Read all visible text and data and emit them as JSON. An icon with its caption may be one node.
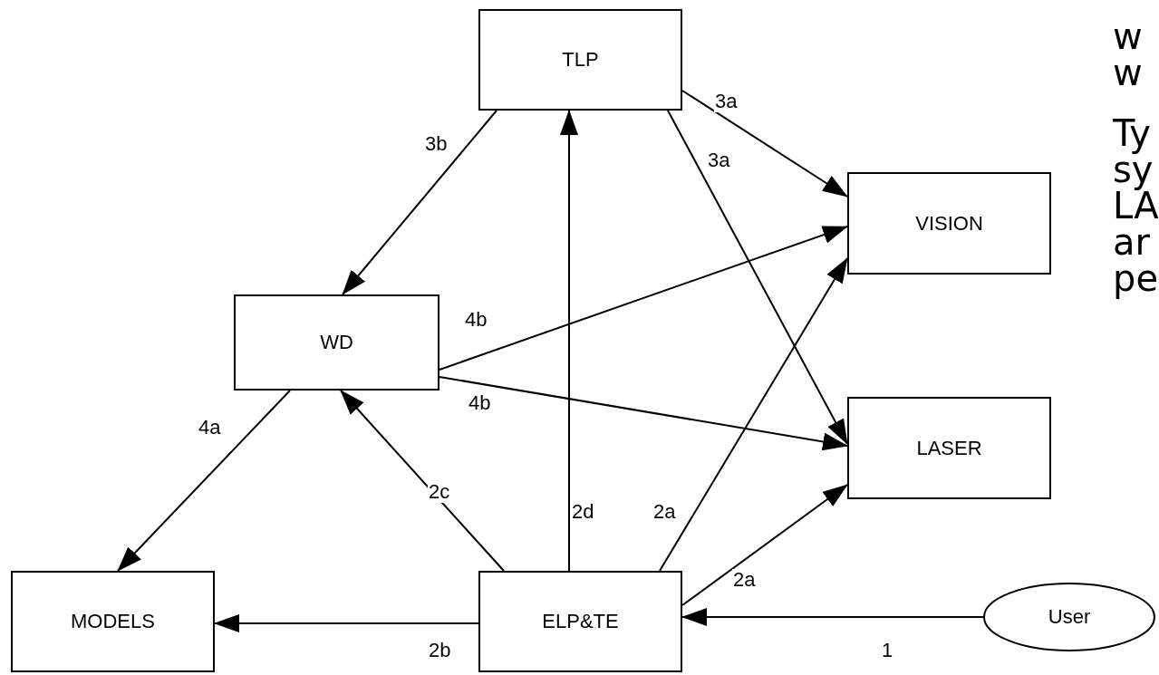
{
  "diagram": {
    "nodes": [
      {
        "text": [
          "TLP"
        ]
      },
      {
        "text": [
          "VISION"
        ]
      },
      {
        "text": [
          "WD"
        ]
      },
      {
        "text": [
          "LASER"
        ]
      },
      {
        "text": [
          "MODELS"
        ]
      },
      {
        "text": [
          "ELP&TE"
        ]
      },
      {
        "text": [
          "User"
        ]
      }
    ],
    "edges": [
      {
        "from": 0,
        "to": 2,
        "arrow": "to",
        "label": "3b"
      },
      {
        "from": 0,
        "to": 1,
        "arrow": "to",
        "label": "3a"
      },
      {
        "from": 0,
        "to": 3,
        "arrow": "to",
        "label": "3a"
      },
      {
        "from": 2,
        "to": 1,
        "arrow": "to",
        "label": "4b"
      },
      {
        "from": 2,
        "to": 3,
        "arrow": "to",
        "label": "4b"
      },
      {
        "from": 2,
        "to": 4,
        "arrow": "to",
        "label": "4a"
      },
      {
        "from": 5,
        "to": 2,
        "arrow": "to",
        "label": "2c"
      },
      {
        "from": 5,
        "to": 0,
        "arrow": "to",
        "label": "2d"
      },
      {
        "from": 5,
        "to": 1,
        "arrow": "to",
        "label": "2a"
      },
      {
        "from": 5,
        "to": 3,
        "arrow": "to",
        "label": "2a"
      },
      {
        "from": 5,
        "to": 4,
        "arrow": "to",
        "label": "2b"
      },
      {
        "from": 6,
        "to": 5,
        "arrow": "to",
        "label": "1"
      }
    ],
    "labels": [
      "w",
      "w",
      "Ty",
      "sy",
      "LA",
      "ar",
      "pe"
    ]
  }
}
